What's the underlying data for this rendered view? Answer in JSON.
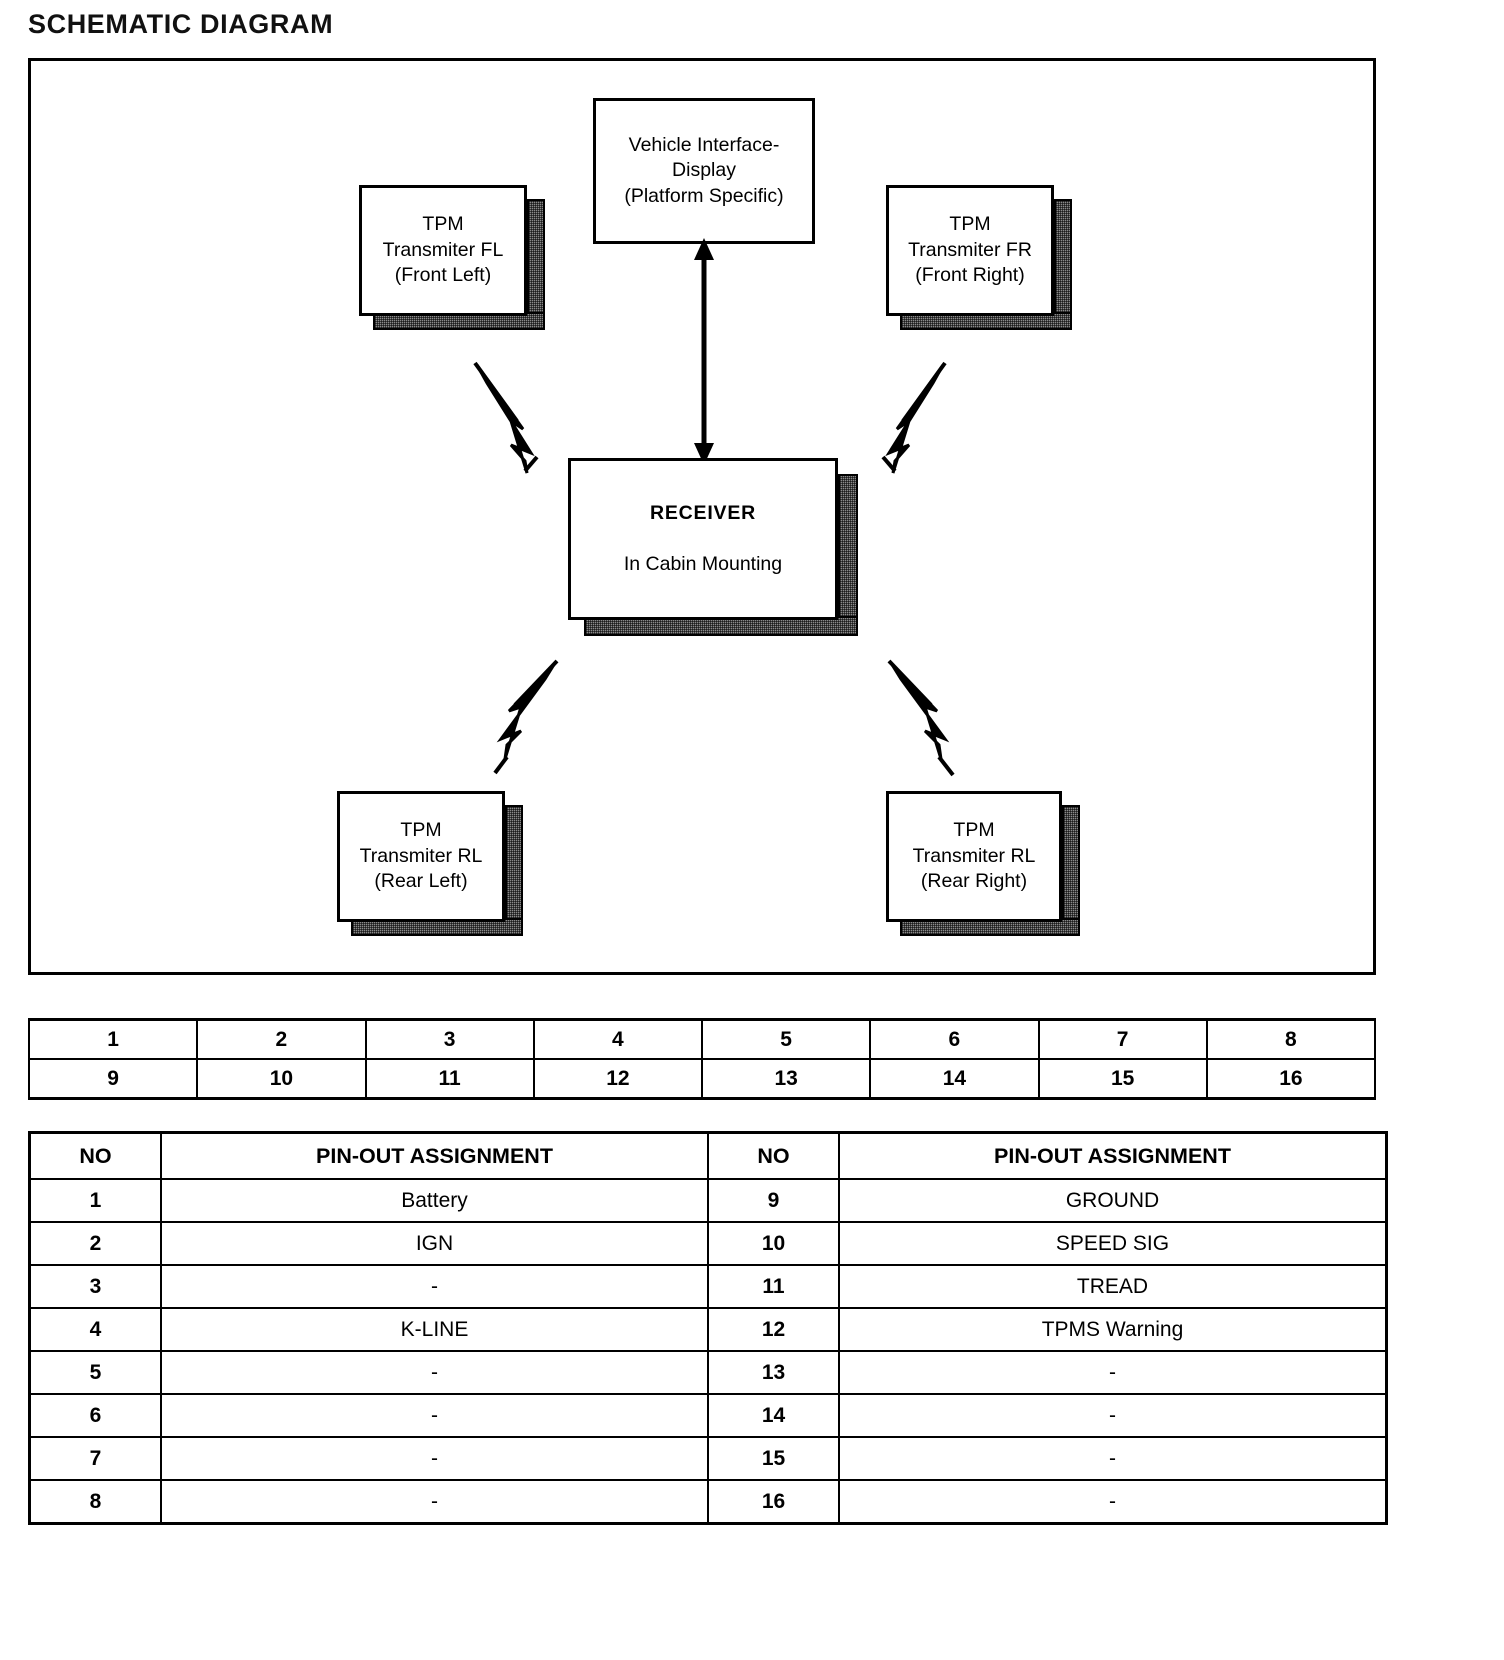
{
  "page": {
    "title": "SCHEMATIC DIAGRAM"
  },
  "diagram": {
    "nodes": {
      "display": {
        "name": "vehicle-interface-display",
        "lines": [
          "Vehicle Interface-",
          "Display",
          "(Platform Specific)"
        ]
      },
      "receiver": {
        "name": "receiver",
        "lines": [
          "RECEIVER",
          "In Cabin Mounting"
        ]
      },
      "transmitter_fl": {
        "name": "tpm-transmitter-front-left",
        "lines": [
          "TPM",
          "Transmiter FL",
          "(Front Left)"
        ]
      },
      "transmitter_fr": {
        "name": "tpm-transmitter-front-right",
        "lines": [
          "TPM",
          "Transmiter FR",
          "(Front Right)"
        ]
      },
      "transmitter_rl": {
        "name": "tpm-transmitter-rear-left",
        "lines": [
          "TPM",
          "Transmiter RL",
          "(Rear Left)"
        ]
      },
      "transmitter_rr": {
        "name": "tpm-transmitter-rear-right",
        "lines": [
          "TPM",
          "Transmiter RL",
          "(Rear Right)"
        ]
      }
    },
    "connectors": {
      "display_receiver": "bidirectional-arrow",
      "rf_links": [
        "rf-lightning-front-left",
        "rf-lightning-front-right",
        "rf-lightning-rear-left",
        "rf-lightning-rear-right"
      ]
    },
    "colors": {
      "line": "#000000",
      "fill": "#ffffff",
      "shadow": "#8a8a8a"
    }
  },
  "pin_grid": {
    "row_top": [
      "1",
      "2",
      "3",
      "4",
      "5",
      "6",
      "7",
      "8"
    ],
    "row_bottom": [
      "9",
      "10",
      "11",
      "12",
      "13",
      "14",
      "15",
      "16"
    ]
  },
  "pinout_table": {
    "headers": [
      "NO",
      "PIN-OUT ASSIGNMENT",
      "NO",
      "PIN-OUT ASSIGNMENT"
    ],
    "rows": [
      {
        "no_left": "1",
        "assign_left": "Battery",
        "no_right": "9",
        "assign_right": "GROUND"
      },
      {
        "no_left": "2",
        "assign_left": "IGN",
        "no_right": "10",
        "assign_right": "SPEED SIG"
      },
      {
        "no_left": "3",
        "assign_left": "-",
        "no_right": "11",
        "assign_right": "TREAD"
      },
      {
        "no_left": "4",
        "assign_left": "K-LINE",
        "no_right": "12",
        "assign_right": "TPMS Warning"
      },
      {
        "no_left": "5",
        "assign_left": "-",
        "no_right": "13",
        "assign_right": "-"
      },
      {
        "no_left": "6",
        "assign_left": "-",
        "no_right": "14",
        "assign_right": "-"
      },
      {
        "no_left": "7",
        "assign_left": "-",
        "no_right": "15",
        "assign_right": "-"
      },
      {
        "no_left": "8",
        "assign_left": "-",
        "no_right": "16",
        "assign_right": "-"
      }
    ]
  }
}
